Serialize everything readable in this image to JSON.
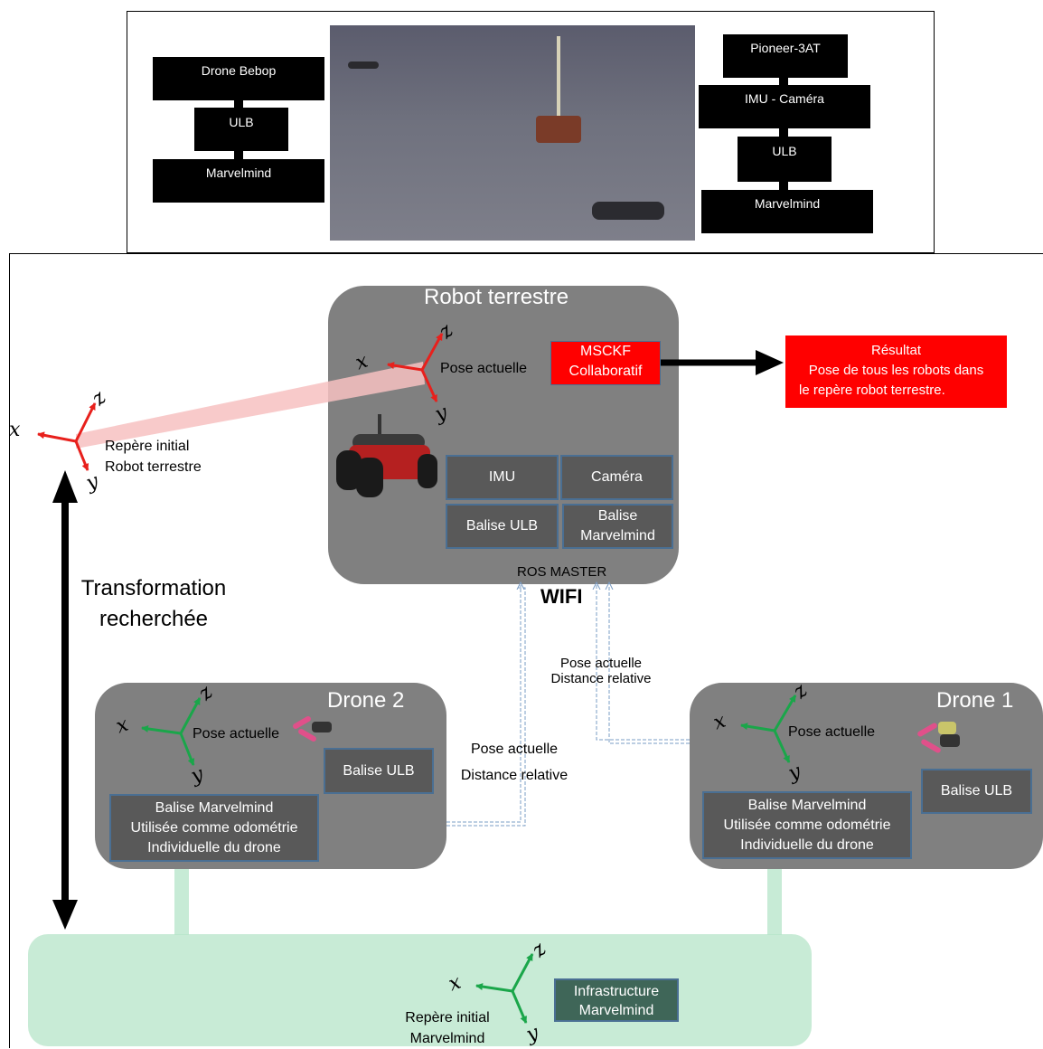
{
  "top_panel": {
    "drone_stack": [
      "Drone Bebop",
      "ULB",
      "Marvelmind"
    ],
    "robot_stack": [
      "Pioneer-3AT",
      "IMU - Caméra",
      "ULB",
      "Marvelmind"
    ]
  },
  "robot": {
    "title": "Robot terrestre",
    "pose_label": "Pose actuelle",
    "msckf_line1": "MSCKF",
    "msckf_line2": "Collaboratif",
    "imu": "IMU",
    "camera": "Caméra",
    "balise_ulb": "Balise ULB",
    "balise_mm_line1": "Balise",
    "balise_mm_line2": "Marvelmind",
    "ros_master": "ROS MASTER",
    "wifi": "WIFI"
  },
  "result": {
    "line1": "Résultat",
    "line2": "Pose de tous les robots dans",
    "line3": "le repère robot terrestre."
  },
  "initial_frame": {
    "line1": "Repère initial",
    "line2": "Robot terrestre"
  },
  "transformation": {
    "line1": "Transformation",
    "line2": "recherchée"
  },
  "comm_labels": {
    "right_line1": "Pose actuelle",
    "right_line2": "Distance relative",
    "left_line1": "Pose actuelle",
    "left_line2": "Distance relative"
  },
  "drone2": {
    "title": "Drone 2",
    "pose_label": "Pose actuelle",
    "balise_ulb": "Balise ULB",
    "mm_line1": "Balise Marvelmind",
    "mm_line2": "Utilisée comme odométrie",
    "mm_line3": "Individuelle du drone"
  },
  "drone1": {
    "title": "Drone 1",
    "pose_label": "Pose actuelle",
    "balise_ulb": "Balise ULB",
    "mm_line1": "Balise Marvelmind",
    "mm_line2": "Utilisée comme odométrie",
    "mm_line3": "Individuelle du drone"
  },
  "infrastructure": {
    "line1": "Infrastructure",
    "line2": "Marvelmind",
    "frame_line1": "Repère initial",
    "frame_line2": "Marvelmind"
  },
  "axes": {
    "x": "x",
    "y": "y",
    "z": "z"
  },
  "colors": {
    "red_axes": "#e8201c",
    "green_axes": "#1aa64a",
    "result_fill": "#ff0000",
    "infra_fill": "#c8ebd6",
    "box_fill": "#808080"
  }
}
